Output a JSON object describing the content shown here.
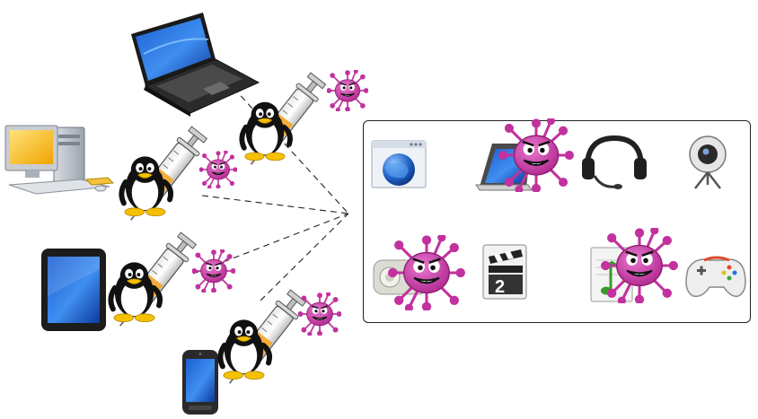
{
  "diagram": {
    "devices": [
      {
        "name": "laptop",
        "icon": "laptop-icon"
      },
      {
        "name": "desktop-computer",
        "icon": "desktop-computer-icon"
      },
      {
        "name": "tablet",
        "icon": "tablet-icon"
      },
      {
        "name": "smartphone",
        "icon": "smartphone-icon"
      }
    ],
    "attackers": {
      "icon": "penguin-with-syringe-icon",
      "count": 4
    },
    "viruses": {
      "icon": "purple-virus-icon",
      "color": "#c2329e"
    },
    "target_apps": [
      {
        "name": "web-browser",
        "icon": "globe-browser-icon"
      },
      {
        "name": "photo-viewer",
        "icon": "photo-viewer-icon",
        "infected": true
      },
      {
        "name": "headset",
        "icon": "headset-icon"
      },
      {
        "name": "webcam",
        "icon": "webcam-icon"
      },
      {
        "name": "projector",
        "icon": "projector-icon",
        "infected": true
      },
      {
        "name": "video-editor",
        "icon": "clapperboard-icon",
        "label": "2"
      },
      {
        "name": "music-document",
        "icon": "music-document-icon",
        "infected": true
      },
      {
        "name": "game-controller",
        "icon": "gamepad-icon"
      }
    ],
    "colors": {
      "virus": "#c2329e",
      "box_border": "#222222",
      "line": "#222222"
    }
  }
}
